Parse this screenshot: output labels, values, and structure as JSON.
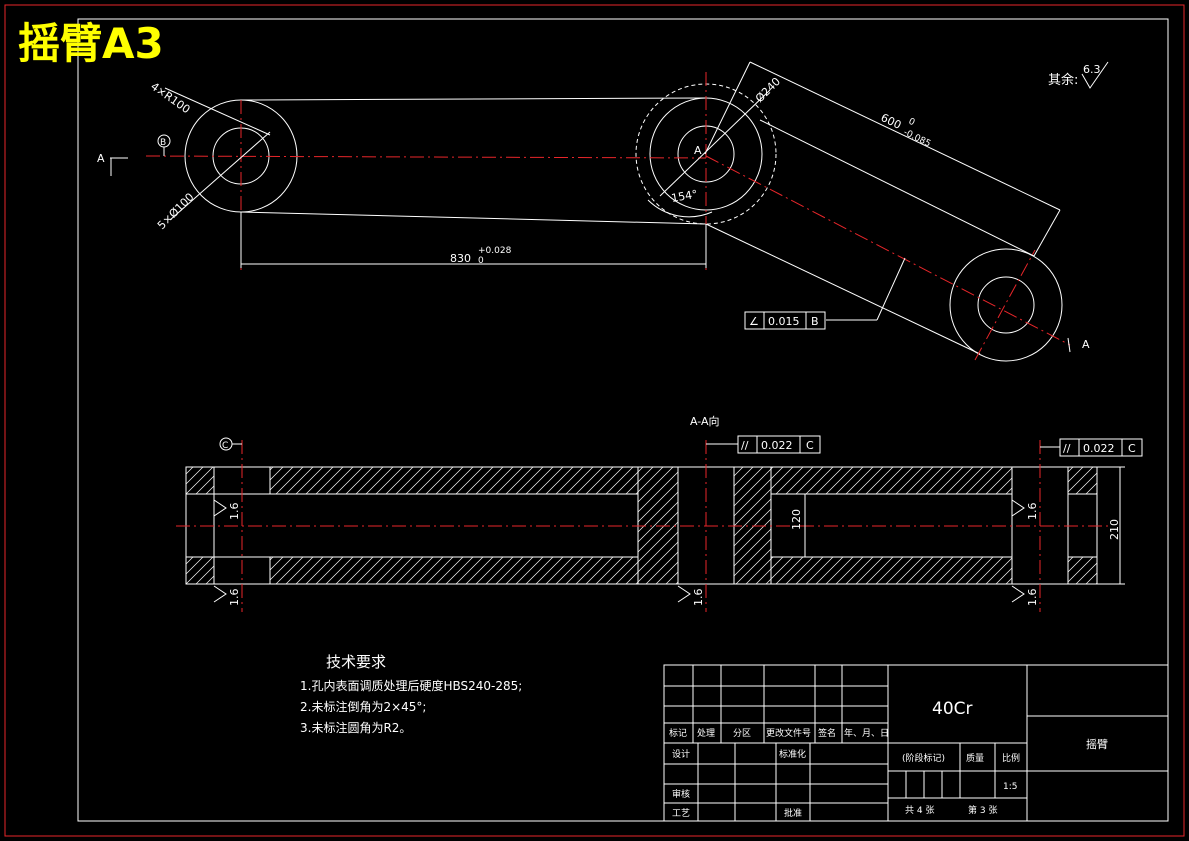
{
  "title": "摇臂A3",
  "colors": {
    "background": "#000000",
    "line": "#ffffff",
    "center_line": "#e8262a",
    "title_text": "#ffff00"
  },
  "top_view": {
    "left_hole": {
      "radius_label": "4×R100",
      "dia_label": "5×Ø100",
      "datum": "B"
    },
    "center_hole": {
      "dia_label": "Ø240",
      "angle_label": "154°",
      "point_label": "A"
    },
    "arm_length": {
      "label": "600",
      "tol": "0",
      "tol2": "-0.085"
    },
    "base_length": {
      "label": "830",
      "tol": "+0.028",
      "tol2": "0"
    },
    "section_mark_left": "A",
    "section_mark_right": "A",
    "fcf": {
      "symbol": "∠",
      "value": "0.015",
      "datum": "B"
    }
  },
  "roughness_other": {
    "label": "其余:",
    "value": "6.3"
  },
  "section_view": {
    "title": "A-A向",
    "datum": "C",
    "fcf_left": {
      "symbol": "//",
      "value": "0.022",
      "datum": "C"
    },
    "fcf_right": {
      "symbol": "//",
      "value": "0.022",
      "datum": "C"
    },
    "inner_height": "120",
    "total_height": "210",
    "roughness": [
      "1.6",
      "1.6",
      "1.6",
      "1.6",
      "1.6"
    ]
  },
  "tech_req": {
    "heading": "技术要求",
    "items": [
      "1.孔内表面调质处理后硬度HBS240-285;",
      "2.未标注倒角为2×45°;",
      "3.未标注圆角为R2。"
    ]
  },
  "title_block": {
    "material": "40Cr",
    "part_name": "摇臂",
    "row_labels": [
      "标记",
      "处理",
      "分区",
      "更改文件号",
      "签名",
      "年、月、日"
    ],
    "design": "设计",
    "standard": "标准化",
    "review": "审核",
    "process": "工艺",
    "approve": "批准",
    "stage_mark": "(阶段标记)",
    "mass": "质量",
    "scale_label": "比例",
    "scale": "1:5",
    "sheets": "共 4 张",
    "sheet_no": "第 3 张"
  }
}
